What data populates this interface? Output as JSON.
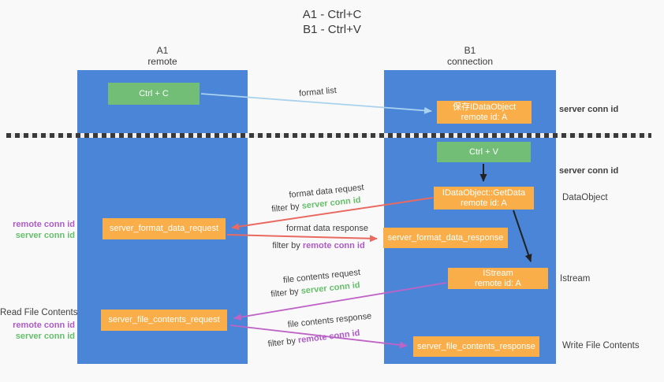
{
  "title": {
    "line1": "A1 - Ctrl+C",
    "line2": "B1 - Ctrl+V"
  },
  "columns": {
    "left": {
      "name": "A1",
      "subtitle": "remote"
    },
    "right": {
      "name": "B1",
      "subtitle": "connection"
    }
  },
  "nodes": {
    "ctrl_c": "Ctrl + C",
    "ctrl_v": "Ctrl + V",
    "save_dataobject": {
      "line1": "保存IDataObject",
      "line2": "remote id: A"
    },
    "getdata": {
      "line1": "IDataObject::GetData",
      "line2": "remote id: A"
    },
    "istream": {
      "line1": "IStream",
      "line2": "remote id: A"
    },
    "format_request": "server_format_data_request",
    "format_response": "server_format_data_response",
    "file_request": "server_file_contents_request",
    "file_response": "server_file_contents_response"
  },
  "side_labels": {
    "server_conn_id_top": "server conn id",
    "server_conn_id_mid": "server conn id",
    "dataobject": "DataObject",
    "istream": "Istream",
    "write_file_contents": "Write File Contents",
    "read_file_contents": "Read File Contents",
    "format_remote_conn_id": "remote conn id",
    "format_server_conn_id": "server conn id",
    "file_remote_conn_id": "remote conn id",
    "file_server_conn_id": "server conn id"
  },
  "flow_labels": {
    "format_list": "format list",
    "format_data_request": "format data request",
    "format_data_response": "format data response",
    "file_contents_request": "file contents request",
    "file_contents_response": "file contents response",
    "filter_by": "filter by",
    "server_conn_id": "server conn id",
    "remote_conn_id": "remote conn id"
  },
  "colors": {
    "column_blue": "#4a85d7",
    "box_green": "#72be77",
    "box_orange": "#f9ae49",
    "arrow_red": "#e96a60",
    "arrow_magenta": "#bf63c6",
    "arrow_light_blue": "#a9d2ee",
    "arrow_black": "#222222",
    "text_green": "#67bf6b",
    "text_purple": "#ae5bc8",
    "text_dark": "#3c3c3c",
    "background": "#f9f9f9"
  }
}
